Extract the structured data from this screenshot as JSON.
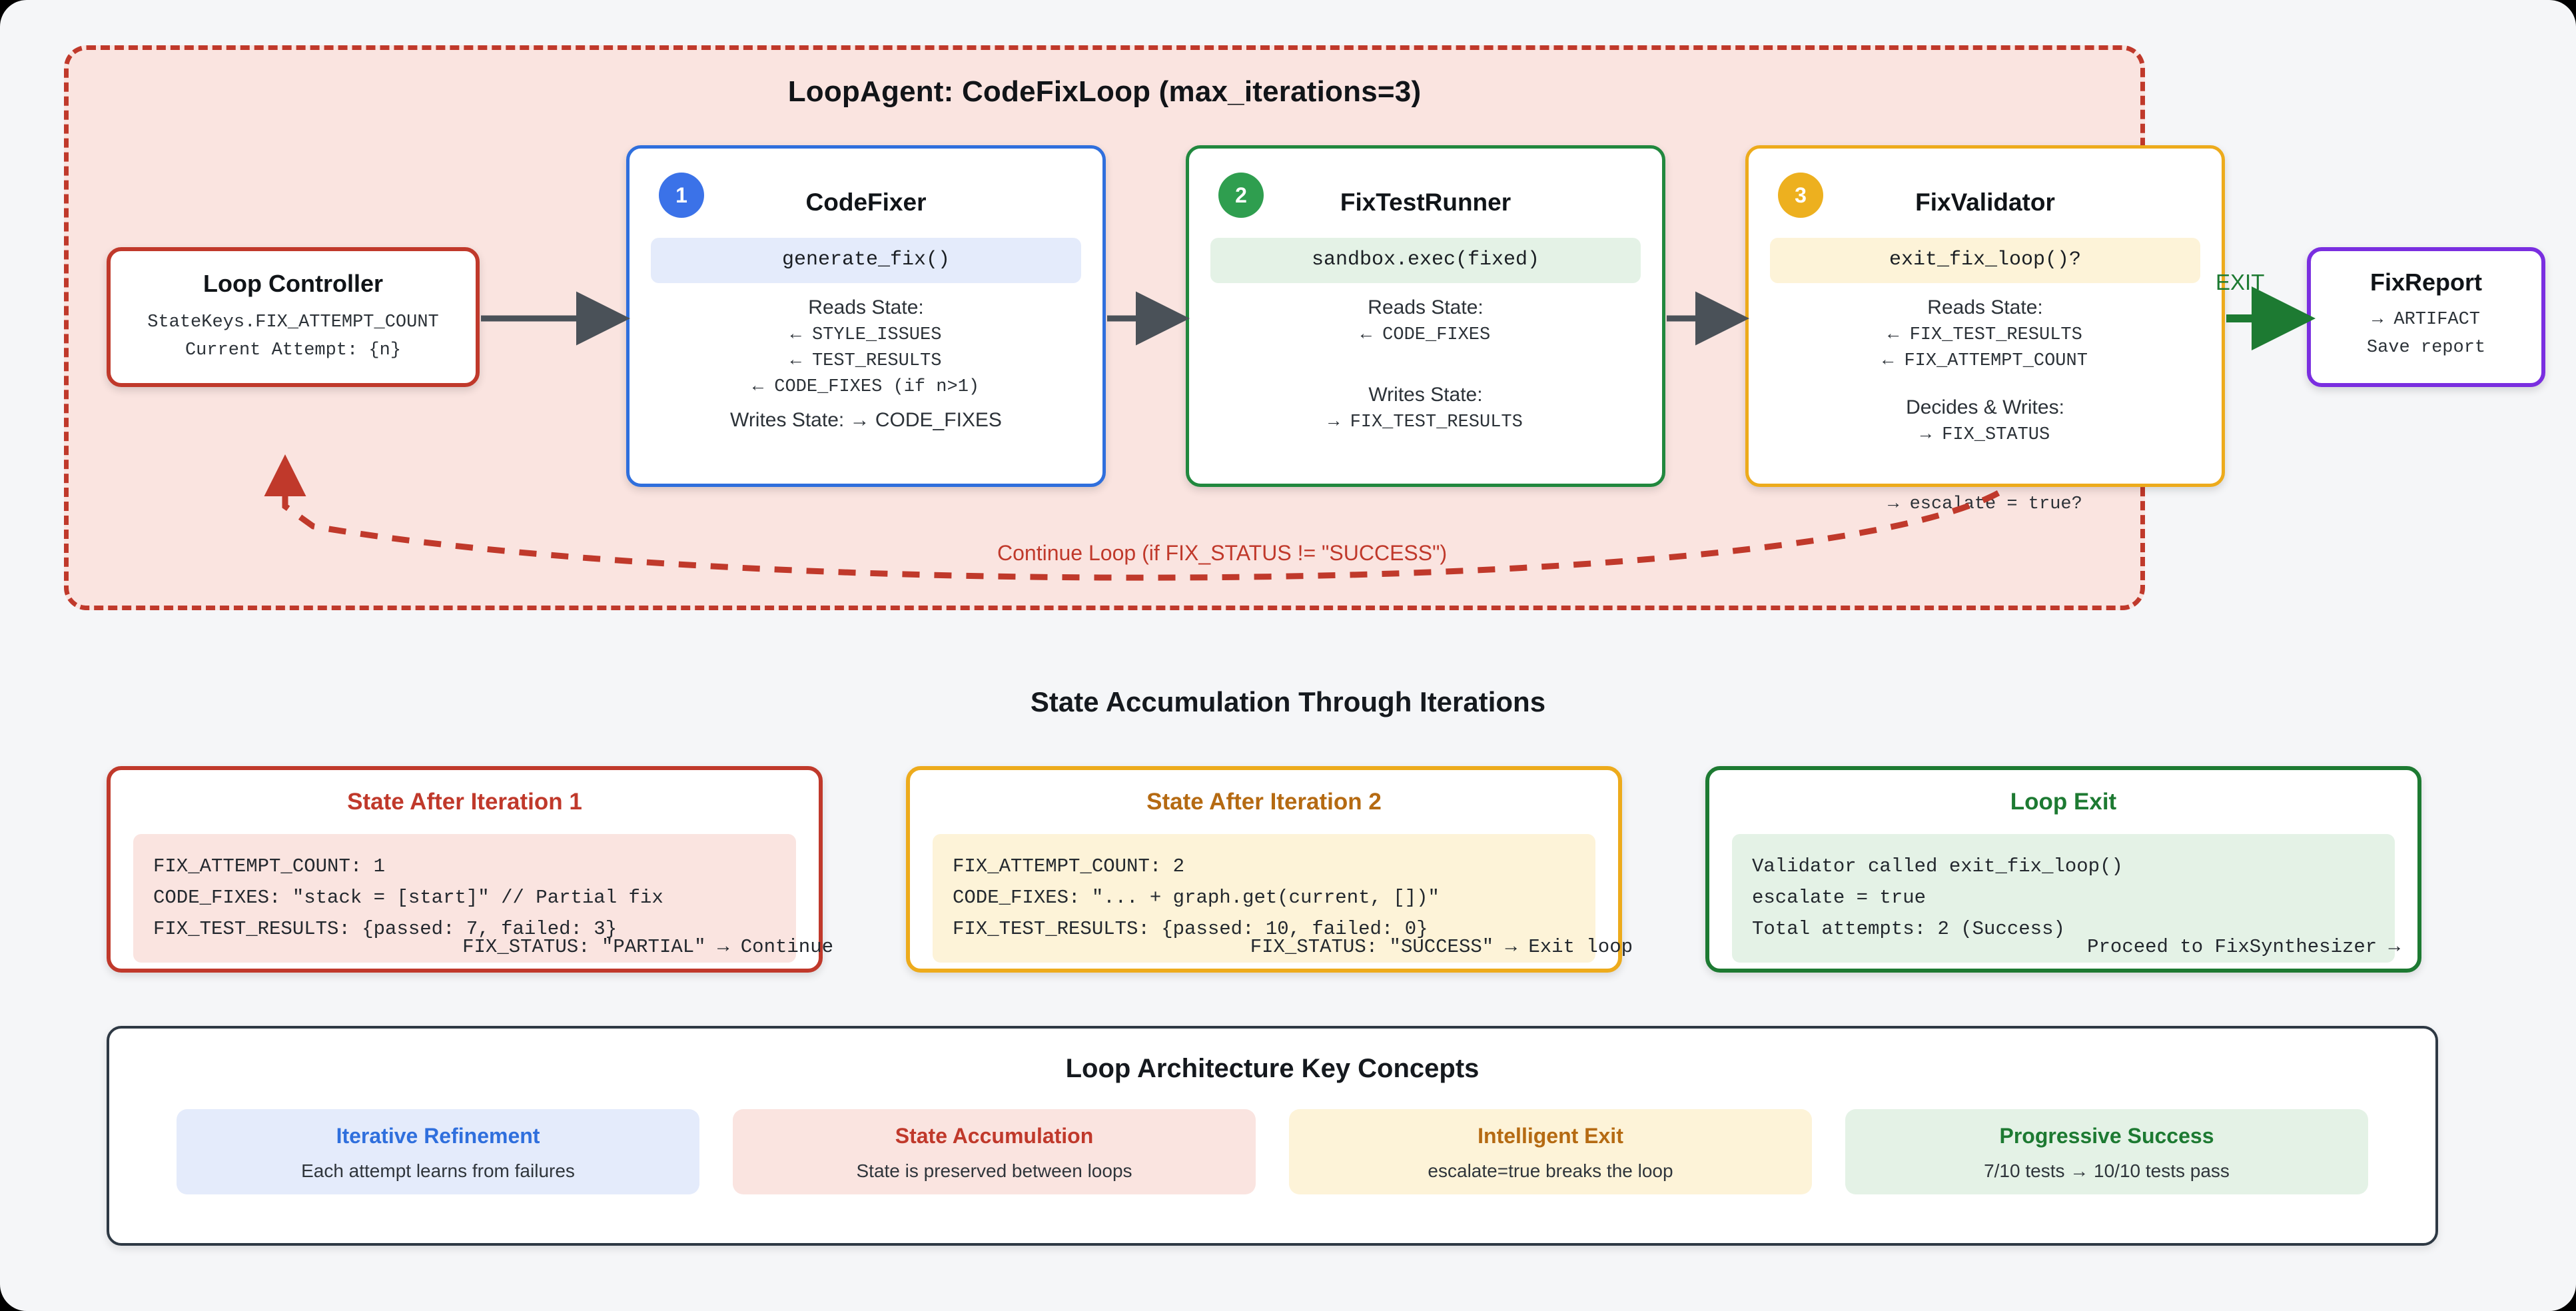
{
  "loop": {
    "title": "LoopAgent: CodeFixLoop (max_iterations=3)",
    "continue_label": "Continue Loop (if FIX_STATUS != \"SUCCESS\")",
    "exit_label": "EXIT"
  },
  "controller": {
    "title": "Loop Controller",
    "line1": "StateKeys.FIX_ATTEMPT_COUNT",
    "line2": "Current Attempt: {n}"
  },
  "nodes": [
    {
      "badge": "1",
      "title": "CodeFixer",
      "method": "generate_fix()",
      "reads_label": "Reads State:",
      "reads": [
        "← STYLE_ISSUES",
        "← TEST_RESULTS",
        "← CODE_FIXES (if n>1)"
      ],
      "writes_combined": "Writes State: → CODE_FIXES",
      "color": "#2f6fdd"
    },
    {
      "badge": "2",
      "title": "FixTestRunner",
      "method": "sandbox.exec(fixed)",
      "reads_label": "Reads State:",
      "reads": [
        "← CODE_FIXES"
      ],
      "writes_label": "Writes State:",
      "writes": [
        "→ FIX_TEST_RESULTS"
      ],
      "color": "#21883e"
    },
    {
      "badge": "3",
      "title": "FixValidator",
      "method": "exit_fix_loop()?",
      "reads_label": "Reads State:",
      "reads": [
        "← FIX_TEST_RESULTS",
        "← FIX_ATTEMPT_COUNT"
      ],
      "writes_label": "Decides & Writes:",
      "writes": [
        "→ FIX_STATUS"
      ],
      "overflow": "→ escalate = true?",
      "color": "#edab1c"
    }
  ],
  "report": {
    "title": "FixReport",
    "line1": "→ ARTIFACT",
    "line2": "Save report"
  },
  "section": {
    "heading": "State Accumulation Through Iterations"
  },
  "state_cards": [
    {
      "title": "State After Iteration 1",
      "lines": [
        "FIX_ATTEMPT_COUNT: 1",
        "CODE_FIXES: \"stack = [start]\" // Partial fix",
        "FIX_TEST_RESULTS: {passed: 7, failed: 3}"
      ],
      "footer": "FIX_STATUS: \"PARTIAL\" → Continue"
    },
    {
      "title": "State After Iteration 2",
      "lines": [
        "FIX_ATTEMPT_COUNT: 2",
        "CODE_FIXES: \"... + graph.get(current, [])\"",
        "FIX_TEST_RESULTS: {passed: 10, failed: 0}"
      ],
      "footer": "FIX_STATUS: \"SUCCESS\" → Exit loop"
    },
    {
      "title": "Loop Exit",
      "lines": [
        "Validator called exit_fix_loop()",
        "escalate = true",
        "Total attempts: 2 (Success)"
      ],
      "footer": "Proceed to FixSynthesizer →"
    }
  ],
  "key_concepts": {
    "title": "Loop Architecture Key Concepts",
    "cards": [
      {
        "title": "Iterative Refinement",
        "sub": "Each attempt learns from failures"
      },
      {
        "title": "State Accumulation",
        "sub": "State is preserved between loops"
      },
      {
        "title": "Intelligent Exit",
        "sub": "escalate=true breaks the loop"
      },
      {
        "title": "Progressive Success",
        "sub": "7/10 tests → 10/10 tests pass"
      }
    ]
  },
  "colors": {
    "loop_border": "#c0392b",
    "loop_fill": "#fae4e0",
    "blue": "#2f6fdd",
    "green": "#21883e",
    "yellow": "#edab1c",
    "purple": "#7a2ee0",
    "exit_green": "#1d7a32"
  }
}
